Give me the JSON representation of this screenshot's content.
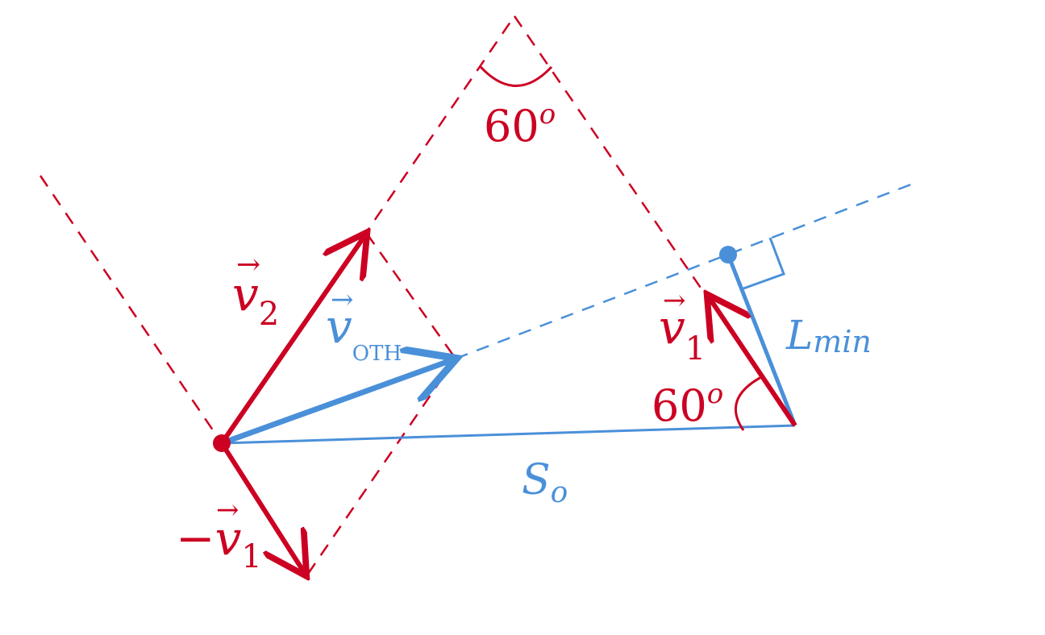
{
  "colors": {
    "red": "#cc0022",
    "blue": "#4a90d9",
    "background": "#ffffff"
  },
  "labels": {
    "angle_top": {
      "value": "60",
      "degree": "o"
    },
    "angle_right": {
      "value": "60",
      "degree": "o"
    },
    "v2": {
      "arrow": "→",
      "symbol": "v",
      "sub": "2"
    },
    "v_oth": {
      "arrow": "→",
      "symbol": "v",
      "sub": "OTH"
    },
    "v1": {
      "arrow": "→",
      "symbol": "v",
      "sub": "1"
    },
    "minus_v1": {
      "minus": "−",
      "arrow": "→",
      "symbol": "v",
      "sub": "1"
    },
    "l_min": {
      "symbol": "L",
      "sub": "min"
    },
    "s_o": {
      "symbol": "S",
      "sub": "o"
    }
  }
}
